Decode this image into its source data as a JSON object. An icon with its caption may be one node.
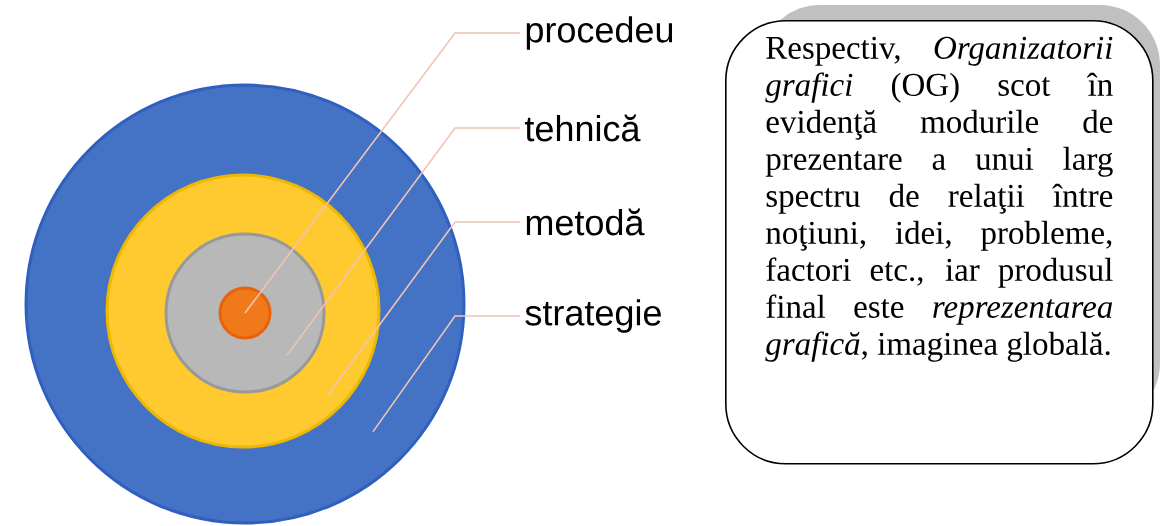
{
  "diagram": {
    "nodes": [
      {
        "text": [],
        "shape": "circle"
      },
      {
        "text": [],
        "shape": "circle",
        "in": 0
      },
      {
        "text": [],
        "shape": "circle",
        "in": 1
      },
      {
        "text": [],
        "shape": "circle",
        "in": 2
      },
      {
        "text": [
          "procedeu"
        ]
      },
      {
        "text": [
          "tehnică"
        ]
      },
      {
        "text": [
          "metodă"
        ]
      },
      {
        "text": [
          "strategie"
        ]
      },
      {
        "text": [
          "Respectiv, *Organizatorii grafici* (OG) scot în evidenţă modurile de prezentare a unui larg spectru de relaţii între noţiuni, idei, probleme, factori etc., iar produsul final este *reprezentarea grafică*, imaginea globală."
        ]
      }
    ],
    "edges": [
      {
        "from": 4,
        "to": 3,
        "arrow": "none"
      },
      {
        "from": 5,
        "to": 2,
        "arrow": "none"
      },
      {
        "from": 6,
        "to": 1,
        "arrow": "none"
      },
      {
        "from": 7,
        "to": 0,
        "arrow": "none"
      }
    ]
  }
}
